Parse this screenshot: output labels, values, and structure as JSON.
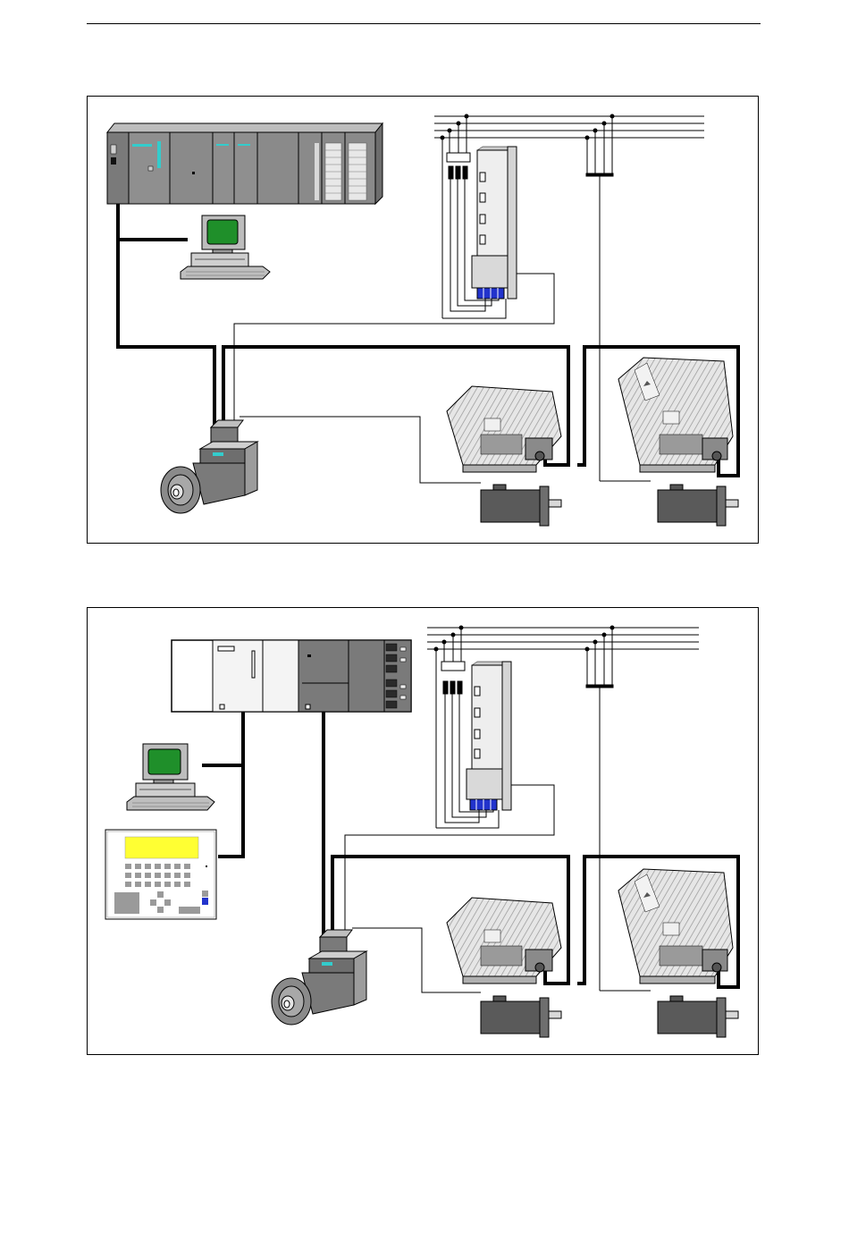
{
  "page": {
    "header_rule": true
  },
  "figures": [
    {
      "id": "s7-300-drive-network",
      "components": [
        "plc-rack",
        "pc-workstation",
        "power-mains",
        "power-module",
        "drive-motor-unit",
        "compact-drive-1",
        "compact-drive-2",
        "servo-motor-1",
        "servo-motor-2"
      ]
    },
    {
      "id": "controller-operator-panel-drive-network",
      "components": [
        "control-unit",
        "pc-workstation",
        "operator-panel",
        "power-mains",
        "power-module",
        "drive-motor-unit",
        "compact-drive-1",
        "compact-drive-2",
        "servo-motor-1",
        "servo-motor-2"
      ]
    }
  ],
  "colors": {
    "module_gray": "#8a8a8a",
    "module_dark": "#5a5a5a",
    "screen_green": "#1f8f2a",
    "panel_yellow": "#ffff33",
    "connector_blue": "#2233cc",
    "siemens_teal": "#33cccc",
    "cable_black": "#000000"
  }
}
